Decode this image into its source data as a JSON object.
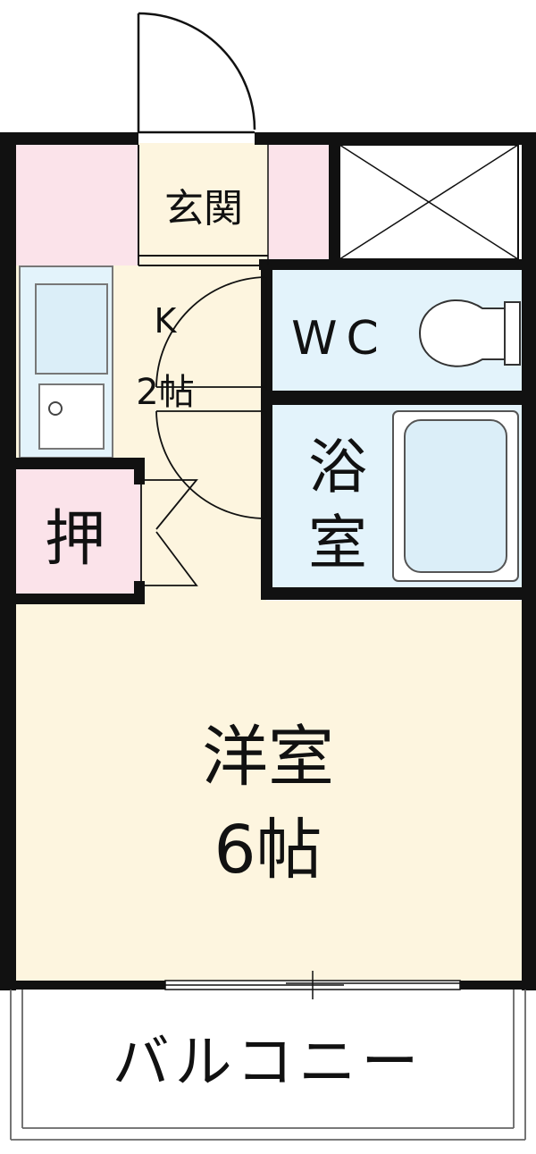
{
  "rooms": {
    "genkan": {
      "label": "玄関"
    },
    "kitchen": {
      "label": "K",
      "size": "2帖"
    },
    "wc": {
      "label": "WC"
    },
    "bath": {
      "line1": "浴",
      "line2": "室"
    },
    "closet": {
      "label": "押"
    },
    "western": {
      "line1": "洋室",
      "line2": "6帖"
    },
    "balcony": {
      "label": "バルコニー"
    }
  },
  "colors": {
    "wall": "#111111",
    "floor": "#fdf5df",
    "pink": "#fbe3ea",
    "water": "#e3f3fb",
    "fixture": "#dbeef8",
    "outline": "#777777"
  }
}
